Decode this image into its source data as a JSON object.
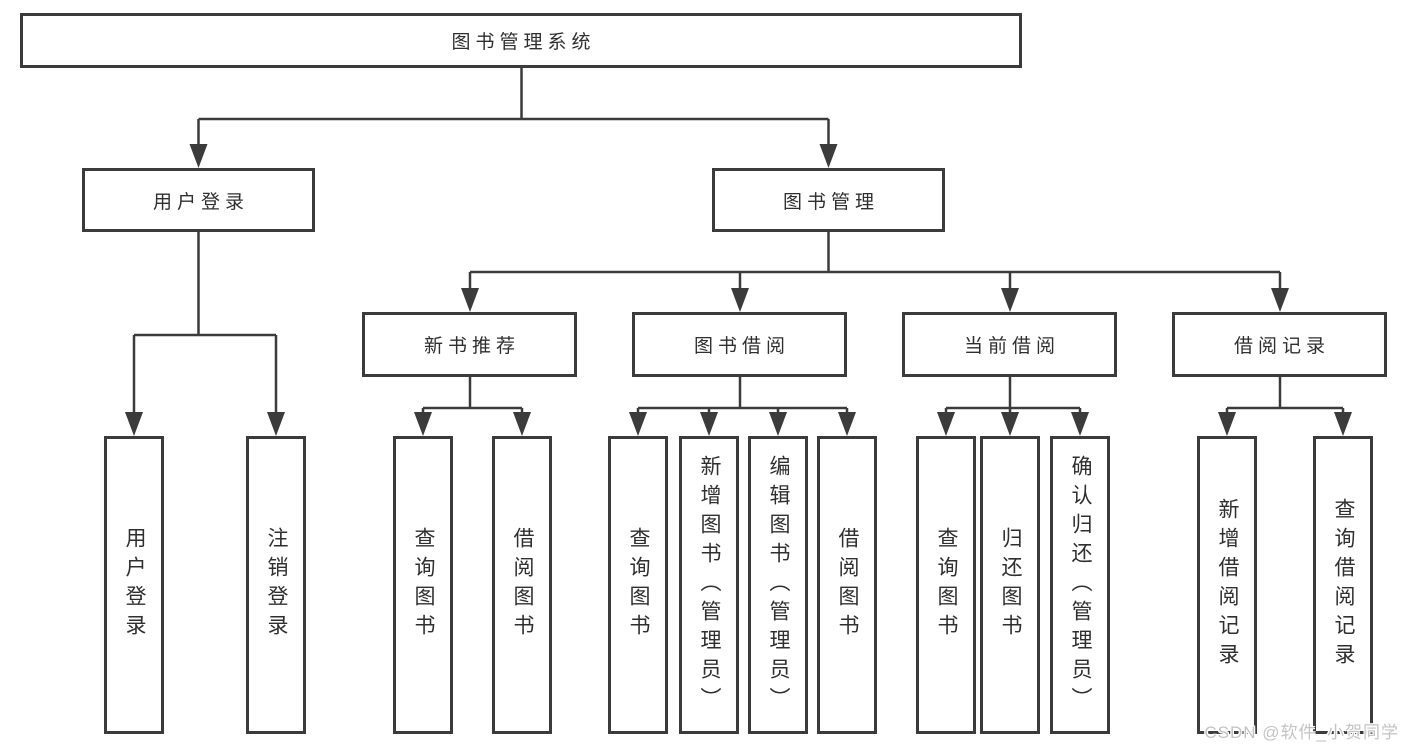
{
  "root": {
    "label": "图书管理系统"
  },
  "branches": [
    {
      "label": "用户登录"
    },
    {
      "label": "图书管理"
    }
  ],
  "sections": [
    {
      "label": "新书推荐"
    },
    {
      "label": "图书借阅"
    },
    {
      "label": "当前借阅"
    },
    {
      "label": "借阅记录"
    }
  ],
  "leaves": [
    {
      "label": "用户登录",
      "parent": "用户登录"
    },
    {
      "label": "注销登录",
      "parent": "用户登录"
    },
    {
      "label": "查询图书",
      "parent": "新书推荐"
    },
    {
      "label": "借阅图书",
      "parent": "新书推荐"
    },
    {
      "label": "查询图书",
      "parent": "图书借阅"
    },
    {
      "label": "新增图书（管理员）",
      "parent": "图书借阅"
    },
    {
      "label": "编辑图书（管理员）",
      "parent": "图书借阅"
    },
    {
      "label": "借阅图书",
      "parent": "图书借阅"
    },
    {
      "label": "查询图书",
      "parent": "当前借阅"
    },
    {
      "label": "归还图书",
      "parent": "当前借阅"
    },
    {
      "label": "确认归还（管理员）",
      "parent": "当前借阅"
    },
    {
      "label": "新增借阅记录",
      "parent": "借阅记录"
    },
    {
      "label": "查询借阅记录",
      "parent": "借阅记录"
    }
  ],
  "watermark": {
    "text": "CSDN @软件_小贺同学"
  },
  "colors": {
    "line": "#3b3b3b",
    "box_border": "#3b3b3b",
    "box_fill": "#ffffff",
    "text": "#2f2f2f",
    "watermark": "#c3c3c3",
    "background": "#ffffff"
  }
}
